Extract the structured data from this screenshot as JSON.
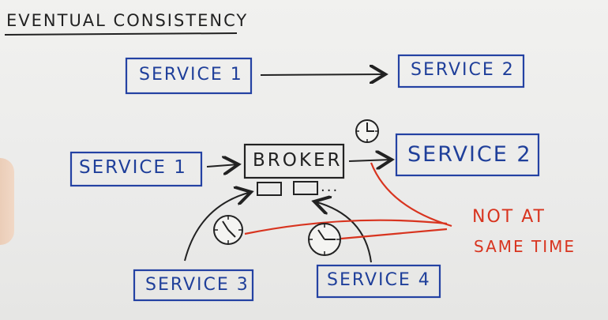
{
  "title": "EVENTUAL CONSISTENCY",
  "top_row": {
    "source": "SERVICE 1",
    "target": "SERVICE 2"
  },
  "middle_row": {
    "source": "SERVICE 1",
    "broker": "BROKER",
    "broker_dots": "...",
    "target": "SERVICE 2"
  },
  "bottom_row": {
    "left": "SERVICE 3",
    "right": "SERVICE 4"
  },
  "note": {
    "line1": "NOT AT",
    "line2": "SAME TIME"
  },
  "icons": [
    "clock-icon",
    "clock-icon",
    "clock-icon"
  ],
  "colors": {
    "box": "#2442a3",
    "ink": "#222222",
    "red": "#d8341f"
  }
}
